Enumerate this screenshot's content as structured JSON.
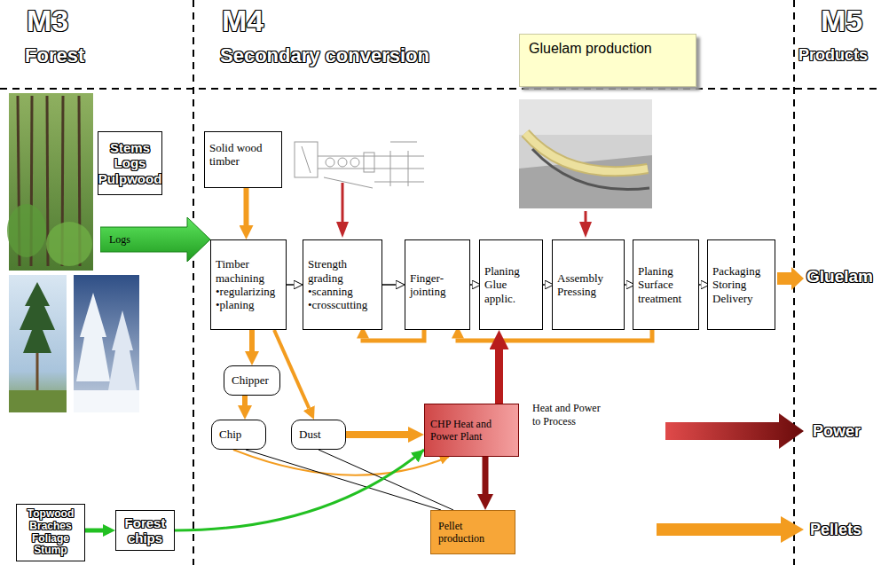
{
  "diagram": {
    "nodes": [
      {
        "text": [
          "Stems Logs Pulpwood"
        ]
      },
      {
        "text": [
          "Logs"
        ]
      },
      {
        "text": [
          "Solid wood timber"
        ]
      },
      {
        "text": [
          "Gluelam production"
        ]
      },
      {
        "text": [
          "Timber machining",
          "•regularizing",
          "•planing"
        ]
      },
      {
        "text": [
          "Strength grading",
          "•scanning",
          "•crosscutting"
        ]
      },
      {
        "text": [
          "Finger-jointing"
        ]
      },
      {
        "text": [
          "Planing Glue applic."
        ]
      },
      {
        "text": [
          "Assembly Pressing"
        ]
      },
      {
        "text": [
          "Planing Surface treatment"
        ]
      },
      {
        "text": [
          "Packaging Storing Delivery"
        ]
      },
      {
        "text": [
          "Chipper"
        ]
      },
      {
        "text": [
          "Chip"
        ]
      },
      {
        "text": [
          "Dust"
        ]
      },
      {
        "text": [
          "CHP Heat and Power Plant"
        ]
      },
      {
        "text": [
          "Pellet production"
        ]
      },
      {
        "text": [
          "Topwood Braches Foliage Stump"
        ]
      },
      {
        "text": [
          "Forest chips"
        ]
      }
    ],
    "edges": [
      {
        "from": 2,
        "to": 4,
        "arrow": "to"
      },
      {
        "from": 4,
        "to": 5,
        "arrow": "to"
      },
      {
        "from": 5,
        "to": 6,
        "arrow": "to"
      },
      {
        "from": 6,
        "to": 7,
        "arrow": "to"
      },
      {
        "from": 7,
        "to": 8,
        "arrow": "to"
      },
      {
        "from": 8,
        "to": 9,
        "arrow": "to"
      },
      {
        "from": 9,
        "to": 10,
        "arrow": "to"
      },
      {
        "from": 6,
        "to": 5,
        "arrow": "to"
      },
      {
        "from": 9,
        "to": 6,
        "arrow": "to"
      },
      {
        "from": 14,
        "to": 7,
        "arrow": "to"
      },
      {
        "from": 4,
        "to": 11,
        "arrow": "to"
      },
      {
        "from": 4,
        "to": 13,
        "arrow": "to"
      },
      {
        "from": 11,
        "to": 12,
        "arrow": "to"
      },
      {
        "from": 13,
        "to": 14,
        "arrow": "to"
      },
      {
        "from": 12,
        "to": 14,
        "arrow": "to"
      },
      {
        "from": 12,
        "to": 15,
        "arrow": "none"
      },
      {
        "from": 13,
        "to": 15,
        "arrow": "none"
      },
      {
        "from": 17,
        "to": 14,
        "arrow": "to"
      },
      {
        "from": 16,
        "to": 17,
        "arrow": "to"
      },
      {
        "from": 14,
        "to": 15,
        "arrow": "to"
      }
    ],
    "labels": [
      "M3",
      "Forest",
      "M4",
      "Secondary conversion",
      "M5",
      "Products",
      "Gluelam",
      "Heat and Power to Process",
      "Power",
      "Pellets"
    ]
  }
}
